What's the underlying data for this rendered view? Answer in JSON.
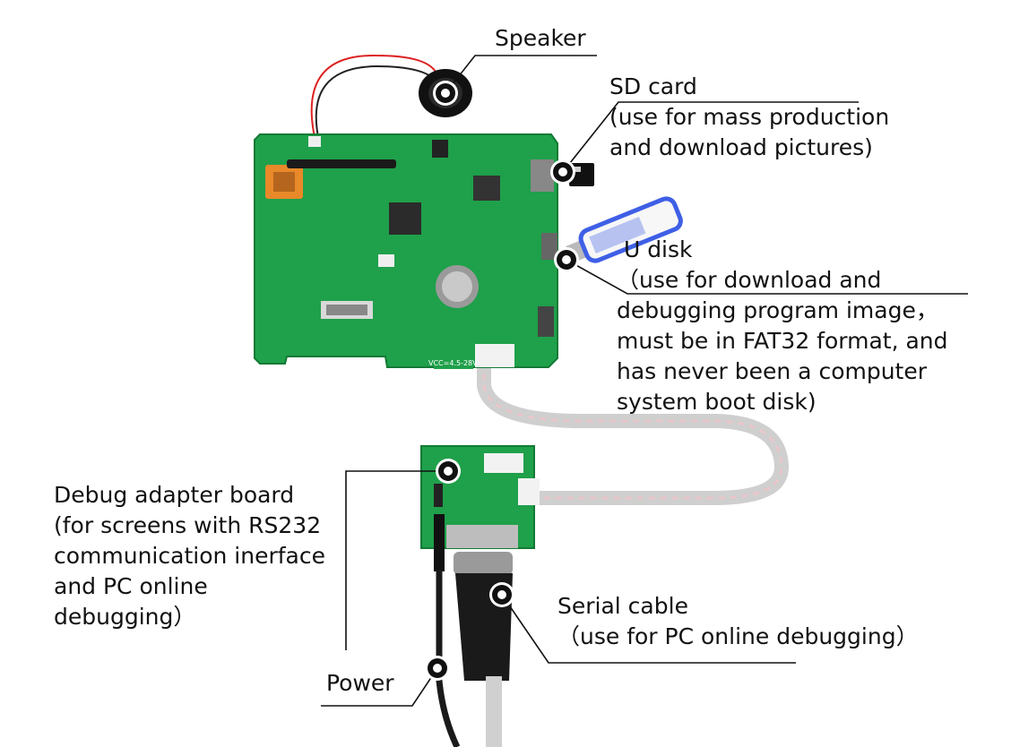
{
  "labels": {
    "speaker": "Speaker",
    "sd_card": [
      "SD card",
      "(use for mass production",
      "and download pictures)"
    ],
    "u_disk": [
      " U disk",
      "（use for download and",
      "debugging program image，",
      "must be in FAT32 format, and",
      "has never been a computer",
      "system boot disk)"
    ],
    "debug_board": [
      "Debug adapter board",
      "(for screens with RS232",
      "communication inerface",
      "and PC online",
      "debugging）"
    ],
    "serial_cable": [
      "Serial cable",
      "（use for PC online debugging）"
    ],
    "power": "Power"
  },
  "board_text": {
    "voltage": "VCC=4.5-28V"
  },
  "colors": {
    "pcb_green": "#1fa04a",
    "pcb_dark": "#137a36",
    "callout_marker": "#000000",
    "cable_red": "#e0aab0",
    "usb_blue": "#3f5fe6"
  }
}
